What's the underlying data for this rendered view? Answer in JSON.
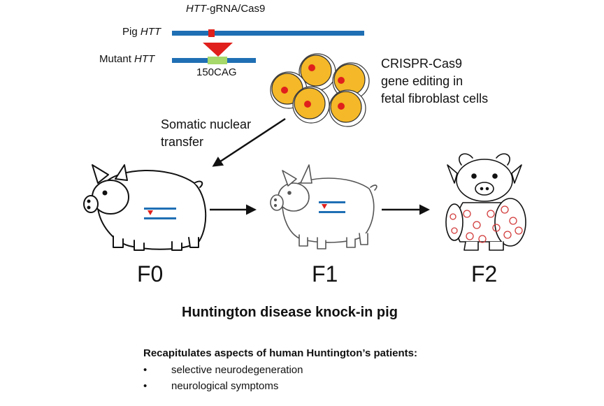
{
  "gene": {
    "grna_label_italic": "HTT",
    "grna_label_rest": "-gRNA/Cas9",
    "pig_label_prefix": "Pig ",
    "pig_label_italic": "HTT",
    "mutant_label_prefix": "Mutant ",
    "mutant_label_italic": "HTT",
    "insert_label": "150CAG"
  },
  "callouts": {
    "crispr_line1": "CRISPR-Cas9",
    "crispr_line2": "gene editing in",
    "crispr_line3": "fetal fibroblast cells",
    "snt_line1": "Somatic nuclear",
    "snt_line2": "transfer"
  },
  "generations": [
    "F0",
    "F1",
    "F2"
  ],
  "title": "Huntington disease knock-in pig",
  "notes": {
    "heading": "Recapitulates aspects of human Huntington’s patients:",
    "bullets": [
      "selective neurodegeneration",
      "neurological symptoms"
    ]
  },
  "colors": {
    "gene_bar": "#1f6fb4",
    "cas9_site": "#e0201c",
    "cag_insert": "#a6d86a",
    "cell_fill": "#f4b828",
    "nucleus": "#e0201c",
    "arrow": "#111111"
  },
  "icons": [
    "dna-bar-icon",
    "cut-site-icon",
    "cell-icon",
    "pig-icon",
    "arrow-icon"
  ]
}
